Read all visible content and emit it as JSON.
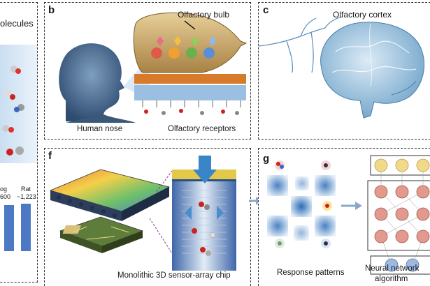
{
  "figure": {
    "panel_a": {
      "title_partial": "olecules",
      "bar_labels": [
        {
          "name": "og",
          "value": "600"
        },
        {
          "name": "Rat",
          "value": "~1,223"
        }
      ]
    },
    "panel_b": {
      "label": "b",
      "bulb": "Olfactory bulb",
      "nose": "Human nose",
      "receptors": "Olfactory receptors"
    },
    "panel_c": {
      "label": "c",
      "title": "Olfactory cortex"
    },
    "panel_f": {
      "label": "f",
      "caption": "Monolithic 3D sensor-array chip"
    },
    "panel_g": {
      "label": "g",
      "patterns": "Response patterns",
      "nn_line1": "Neural network",
      "nn_line2": "algorithm"
    }
  },
  "colors": {
    "accent_blue": "#2f6db5",
    "brain": "#9ec4dd",
    "bulb": "#c9a66b",
    "node_red": "#e29a8e",
    "node_yellow": "#f2d98a",
    "node_blue": "#9fb8e0"
  }
}
